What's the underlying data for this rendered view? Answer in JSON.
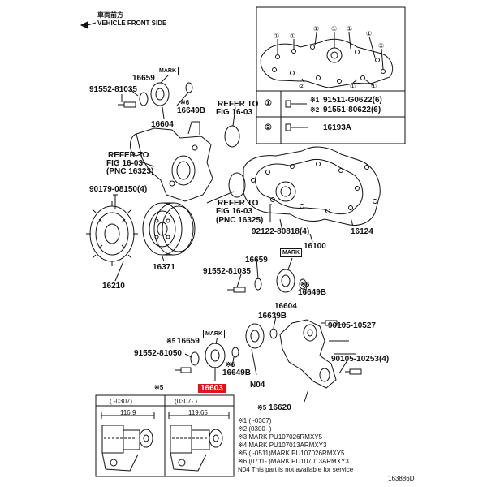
{
  "header": {
    "jp_label": "車両前方",
    "front_label": "VEHICLE FRONT SIDE"
  },
  "callouts": {
    "p16659_top": "16659",
    "mark_top": "MARK",
    "p91552_81035": "91552-81035",
    "x6_top": "※6",
    "p16649B_top": "16649B",
    "refer_to_1": "REFER TO",
    "fig_16_03_1": "FIG 16-03",
    "p16604_top": "16604",
    "refer_to_2": "REFER TO",
    "fig_16_03_2": "FIG 16-03",
    "pnc_16323": "(PNC 16323)",
    "p90179": "90179-08150(4)",
    "refer_to_3": "REFER TO",
    "fig_16_03_3": "FIG 16-03",
    "pnc_16325": "(PNC 16325)",
    "p92122": "92122-80818(4)",
    "p16124": "16124",
    "p16100": "16100",
    "p16210": "16210",
    "p16371": "16371",
    "p16659_mid": "16659",
    "mark_mid": "MARK",
    "p91552_mid": "91552-81035",
    "x6_mid": "※6",
    "p16649B_mid": "16649B",
    "p16604_mid": "16604",
    "p16639B": "16639B",
    "p90105_10527": "90105-10527",
    "p90105_10253": "90105-10253(4)",
    "x5_16659": "※5",
    "p16659_bot": "16659",
    "mark_bot": "MARK",
    "p91552_81050": "91552-81050",
    "x6_bot": "※6",
    "p16649B_bot": "16649B",
    "p16603": "16603",
    "x5_a": "※5",
    "n04": "N04",
    "x5_16620": "※5",
    "p16620": "16620"
  },
  "inset_top": {
    "circle1": "①",
    "circle2": "②",
    "r1_circle": "①",
    "r1_mark1": "※1",
    "r1_part1": "91511-G0622(6)",
    "r1_mark2": "※2",
    "r1_part2": "91551-80622(6)",
    "r2_circle": "②",
    "r2_part": "16193A"
  },
  "inset_bottom": {
    "col1_range": "(     -0307)",
    "col2_range": "(0307-     )",
    "dim1": "116.9",
    "dim2": "119.65"
  },
  "footnotes": [
    "※1 (        -0307)",
    "※2 (0300-        )",
    "※3 MARK PU107026RMXY5",
    "※4 MARK PU107013ARMXY3",
    "※5 (        -0511)MARK PU107026RMXY5",
    "※6 (0711-        )MARK PU107013ARMXY3",
    "N04 This part is not available for service"
  ],
  "figure_id": "163886D",
  "colors": {
    "highlight": "#e0131b",
    "line": "#111111"
  }
}
